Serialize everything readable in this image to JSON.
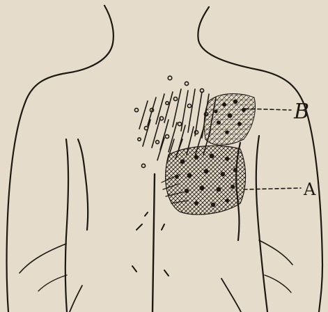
{
  "figure": {
    "background": "#e6dccb",
    "ink": "#1c1812",
    "labels": {
      "upper": "B",
      "lower": "A"
    },
    "subject": "back-of-torso-outline"
  }
}
